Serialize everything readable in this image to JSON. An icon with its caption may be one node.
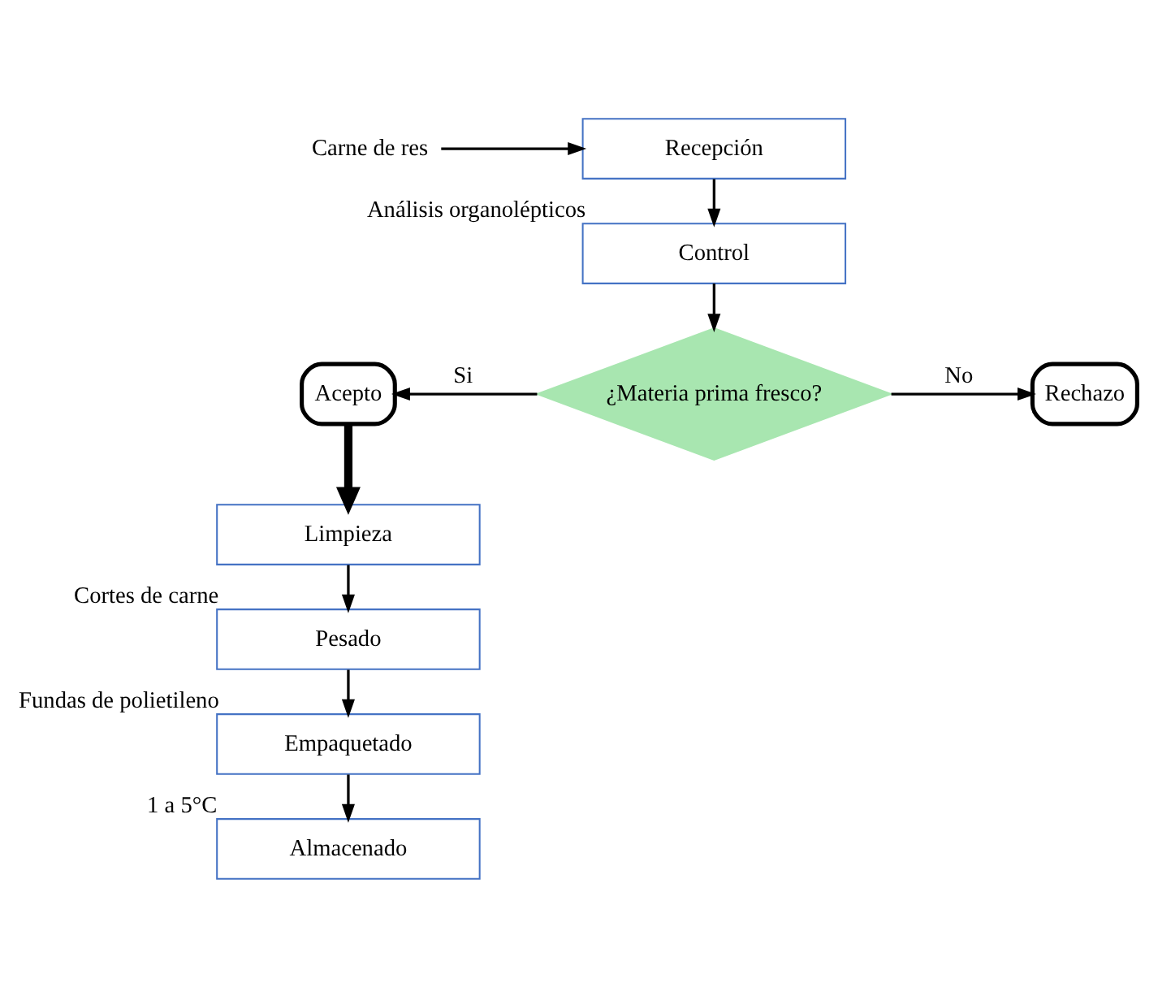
{
  "diagram": {
    "nodes": [
      {
        "text": [
          "Carne de res"
        ]
      },
      {
        "text": [
          "Recepción"
        ]
      },
      {
        "text": [
          "Control"
        ],
        "beside": [
          "Análisis organolépticos"
        ]
      },
      {
        "text": [
          "¿Materia prima fresco?"
        ]
      },
      {
        "text": [
          "Acepto"
        ]
      },
      {
        "text": [
          "Rechazo"
        ]
      },
      {
        "text": [
          "Limpieza"
        ]
      },
      {
        "text": [
          "Pesado"
        ],
        "beside": [
          "Cortes de carne"
        ]
      },
      {
        "text": [
          "Empaquetado"
        ],
        "beside": [
          "Fundas de polietileno"
        ]
      },
      {
        "text": [
          "Almacenado"
        ],
        "beside": [
          "1 a 5°C"
        ]
      }
    ],
    "edges": [
      {
        "from": 0,
        "to": 1,
        "arrow": "to"
      },
      {
        "from": 1,
        "to": 2,
        "arrow": "to"
      },
      {
        "from": 2,
        "to": 3,
        "arrow": "to"
      },
      {
        "from": 3,
        "to": 4,
        "arrow": "to",
        "label": "Si"
      },
      {
        "from": 3,
        "to": 5,
        "arrow": "to",
        "label": "No"
      },
      {
        "from": 4,
        "to": 6,
        "arrow": "to",
        "style": "thick"
      },
      {
        "from": 6,
        "to": 7,
        "arrow": "to"
      },
      {
        "from": 7,
        "to": 8,
        "arrow": "to"
      },
      {
        "from": 8,
        "to": 9,
        "arrow": "to"
      }
    ]
  }
}
